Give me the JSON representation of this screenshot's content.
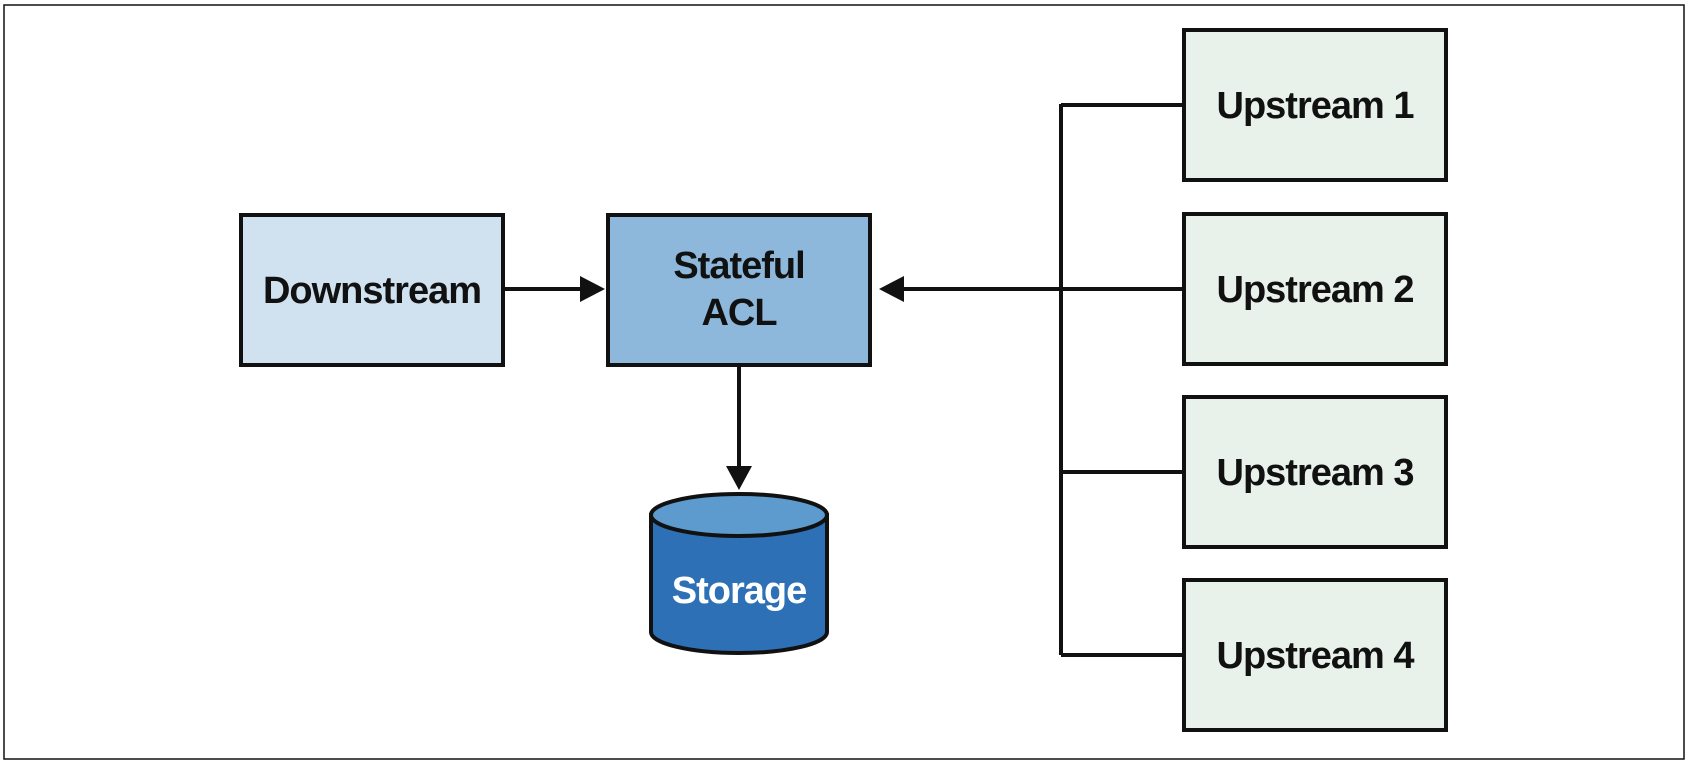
{
  "nodes": {
    "downstream": {
      "label": "Downstream"
    },
    "stateful_acl": {
      "line1": "Stateful",
      "line2": "ACL"
    },
    "storage": {
      "label": "Storage"
    },
    "upstream_1": {
      "label": "Upstream 1"
    },
    "upstream_2": {
      "label": "Upstream 2"
    },
    "upstream_3": {
      "label": "Upstream 3"
    },
    "upstream_4": {
      "label": "Upstream 4"
    }
  },
  "edges": [
    {
      "from": "downstream",
      "to": "stateful_acl"
    },
    {
      "from": "upstream_1",
      "to": "stateful_acl"
    },
    {
      "from": "upstream_2",
      "to": "stateful_acl"
    },
    {
      "from": "upstream_3",
      "to": "stateful_acl"
    },
    {
      "from": "upstream_4",
      "to": "stateful_acl"
    },
    {
      "from": "stateful_acl",
      "to": "storage"
    }
  ],
  "colors": {
    "downstream_fill": "#d0e1f0",
    "acl_fill": "#8db8dc",
    "upstream_fill": "#e8f2ea",
    "storage_body": "#2e70b6",
    "storage_top": "#5d9acd",
    "stroke": "#111111",
    "storage_text": "#ffffff"
  }
}
